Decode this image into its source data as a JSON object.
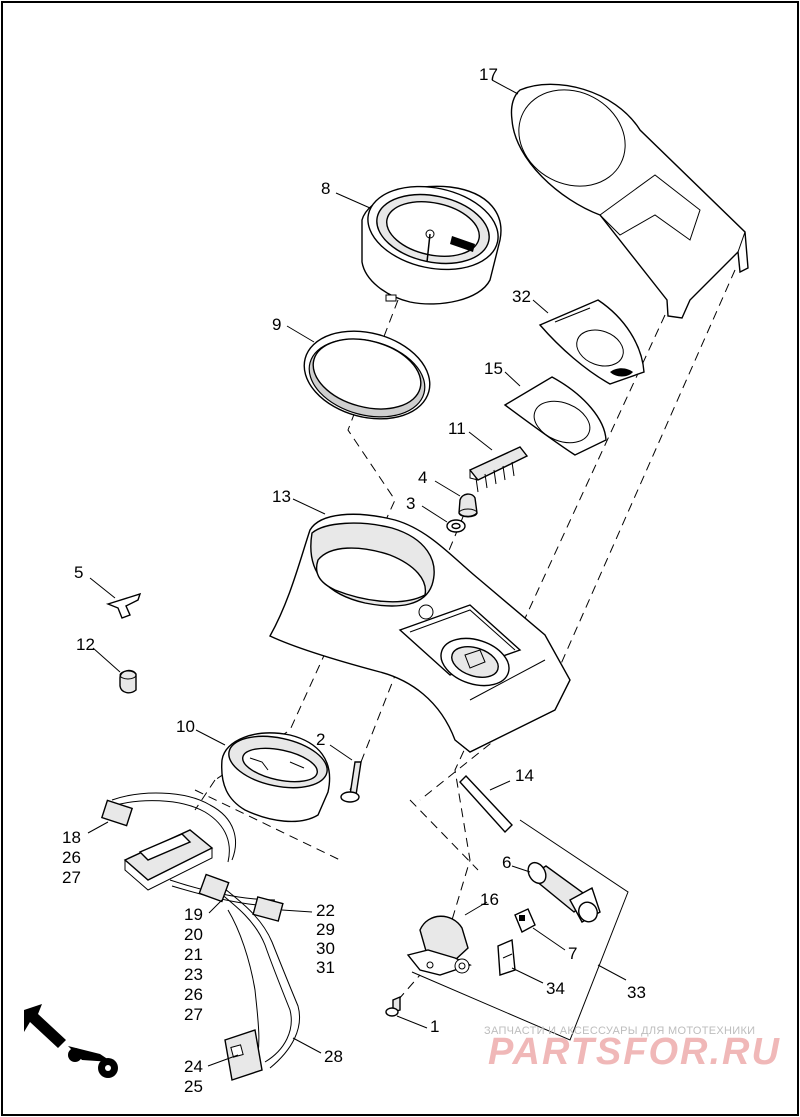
{
  "callouts": {
    "c1": "1",
    "c2": "2",
    "c3": "3",
    "c4": "4",
    "c5": "5",
    "c6": "6",
    "c7": "7",
    "c8": "8",
    "c9": "9",
    "c10": "10",
    "c11": "11",
    "c12": "12",
    "c13": "13",
    "c14": "14",
    "c15": "15",
    "c16": "16",
    "c17": "17",
    "c28": "28",
    "c32": "32",
    "c33": "33",
    "c34": "34",
    "g18": [
      "18",
      "26",
      "27"
    ],
    "g19": [
      "19",
      "20",
      "21",
      "23",
      "26",
      "27"
    ],
    "g22": [
      "22",
      "29",
      "30",
      "31"
    ],
    "g24": [
      "24",
      "25"
    ]
  },
  "watermark": {
    "tagline": "ЗАПЧАСТИ И АКСЕССУАРЫ ДЛЯ МОТОТЕХНИКИ",
    "brand": "PARTSFOR.RU"
  },
  "icons": {
    "orientation": "motorcycle-front-arrow-icon"
  }
}
